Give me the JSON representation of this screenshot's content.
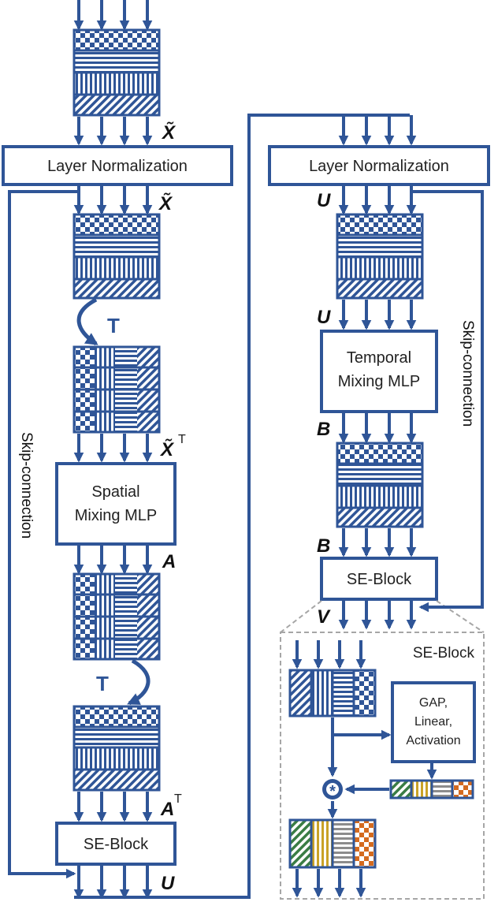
{
  "colors": {
    "primary": "#2f5597",
    "dashed": "#a6a6a6",
    "green": "#3a7d44",
    "yellow": "#c9a227",
    "gray": "#8c8c8c",
    "orange": "#d46a1f"
  },
  "left": {
    "layer_norm": "Layer Normalization",
    "spatial_mlp_line1": "Spatial",
    "spatial_mlp_line2": "Mixing MLP",
    "se_block": "SE-Block",
    "skip": "Skip-connection",
    "sym_x_tilde_top": "X̃",
    "sym_x_tilde_mid": "X̃",
    "sym_x_tilde_t": "X̃",
    "sym_a": "A",
    "sym_a_t": "A",
    "sup_t": "T",
    "sym_u": "U",
    "transpose_1": "T",
    "transpose_2": "T"
  },
  "right": {
    "layer_norm": "Layer Normalization",
    "temporal_mlp_line1": "Temporal",
    "temporal_mlp_line2": "Mixing MLP",
    "se_block": "SE-Block",
    "skip": "Skip-connection",
    "sym_u1": "U",
    "sym_u2": "U",
    "sym_b1": "B",
    "sym_b2": "B",
    "sym_v": "V"
  },
  "se_detail": {
    "title": "SE-Block",
    "gap_line1": "GAP,",
    "gap_line2": "Linear,",
    "gap_line3": "Activation",
    "op": "*"
  }
}
